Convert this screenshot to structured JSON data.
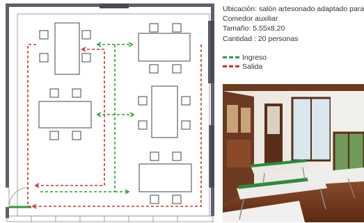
{
  "info": {
    "ubicacion": "Ubicación: salón artesonado adaptado para",
    "nombre": "Comedor auxiliar",
    "tamano": "Tamaño:  5.55x8.20",
    "cantidad": "Cantidad : 20 personas"
  },
  "legend": [
    {
      "label": "Ingreso",
      "color": "#2a9d3a"
    },
    {
      "label": "Salida",
      "color": "#d0312d"
    }
  ],
  "colors": {
    "wall": "#5f5f6b",
    "ingreso": "#2a9d3a",
    "salida": "#d0312d",
    "furniture": "#444444"
  },
  "photo": {
    "icon": "room-photo"
  }
}
